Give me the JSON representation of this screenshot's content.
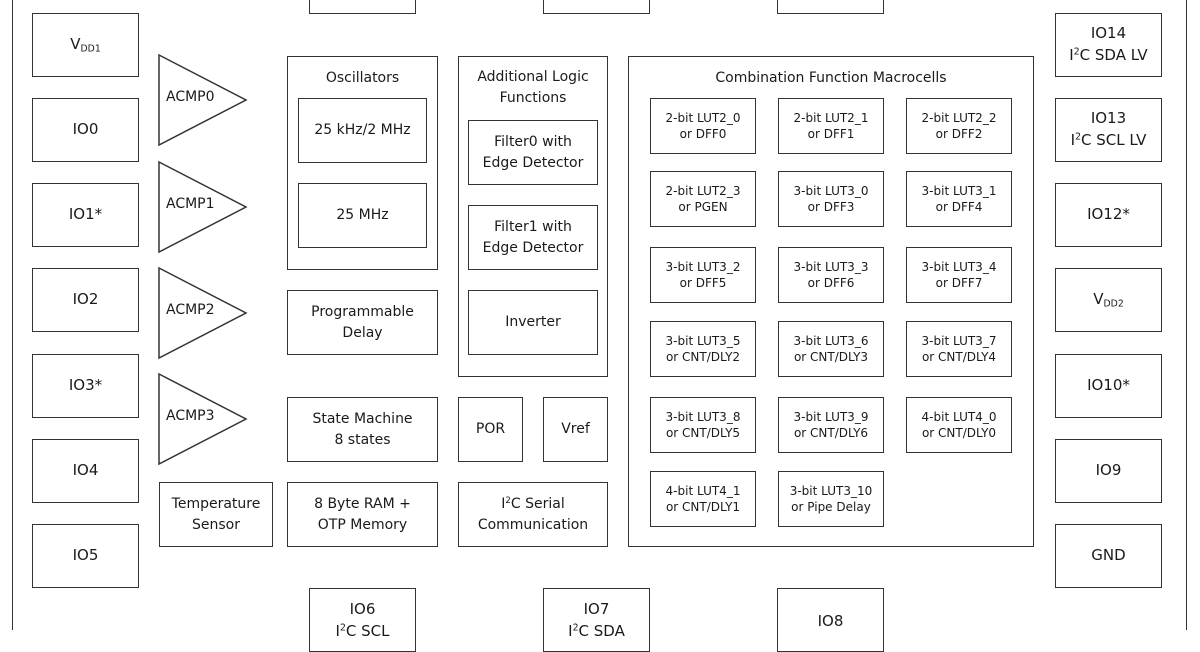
{
  "left_pins": [
    {
      "label": "V",
      "sub": "DD1"
    },
    {
      "label": "IO0"
    },
    {
      "label": "IO1*"
    },
    {
      "label": "IO2"
    },
    {
      "label": "IO3*"
    },
    {
      "label": "IO4"
    },
    {
      "label": "IO5"
    }
  ],
  "right_pins": [
    {
      "line1": "IO14",
      "line2_pre": "I",
      "line2_sup": "2",
      "line2_post": "C SDA LV"
    },
    {
      "line1": "IO13",
      "line2_pre": "I",
      "line2_sup": "2",
      "line2_post": "C SCL LV"
    },
    {
      "line1": "IO12*"
    },
    {
      "line1": "V",
      "sub": "DD2"
    },
    {
      "line1": "IO10*"
    },
    {
      "line1": "IO9"
    },
    {
      "line1": "GND"
    }
  ],
  "bottom_pins": [
    {
      "line1": "IO6",
      "line2_pre": "I",
      "line2_sup": "2",
      "line2_post": "C SCL"
    },
    {
      "line1": "IO7",
      "line2_pre": "I",
      "line2_sup": "2",
      "line2_post": "C SDA"
    },
    {
      "line1": "IO8"
    }
  ],
  "comparators": [
    "ACMP0",
    "ACMP1",
    "ACMP2",
    "ACMP3"
  ],
  "temperature_sensor": {
    "line1": "Temperature",
    "line2": "Sensor"
  },
  "oscillators": {
    "title": "Oscillators",
    "items": [
      "25 kHz/2 MHz",
      "25 MHz"
    ]
  },
  "programmable_delay": {
    "line1": "Programmable",
    "line2": "Delay"
  },
  "state_machine": {
    "line1": "State Machine",
    "line2": "8 states"
  },
  "memory": {
    "line1": "8 Byte RAM +",
    "line2": "OTP Memory"
  },
  "additional_logic": {
    "title_line1": "Additional Logic",
    "title_line2": "Functions",
    "items": [
      {
        "line1": "Filter0 with",
        "line2": "Edge Detector"
      },
      {
        "line1": "Filter1 with",
        "line2": "Edge Detector"
      },
      {
        "line1": "Inverter"
      }
    ]
  },
  "por": "POR",
  "vref": "Vref",
  "i2c_serial": {
    "line1_pre": "I",
    "line1_sup": "2",
    "line1_post": "C Serial",
    "line2": "Communication"
  },
  "macrocells": {
    "title": "Combination Function Macrocells",
    "cells": [
      {
        "line1": "2-bit LUT2_0",
        "line2": "or DFF0"
      },
      {
        "line1": "2-bit LUT2_1",
        "line2": "or DFF1"
      },
      {
        "line1": "2-bit LUT2_2",
        "line2": "or DFF2"
      },
      {
        "line1": "2-bit LUT2_3",
        "line2": "or PGEN"
      },
      {
        "line1": "3-bit LUT3_0",
        "line2": "or DFF3"
      },
      {
        "line1": "3-bit LUT3_1",
        "line2": "or DFF4"
      },
      {
        "line1": "3-bit LUT3_2",
        "line2": "or DFF5"
      },
      {
        "line1": "3-bit LUT3_3",
        "line2": "or DFF6"
      },
      {
        "line1": "3-bit LUT3_4",
        "line2": "or DFF7"
      },
      {
        "line1": "3-bit LUT3_5",
        "line2": "or CNT/DLY2"
      },
      {
        "line1": "3-bit LUT3_6",
        "line2": "or CNT/DLY3"
      },
      {
        "line1": "3-bit LUT3_7",
        "line2": "or CNT/DLY4"
      },
      {
        "line1": "3-bit LUT3_8",
        "line2": "or CNT/DLY5"
      },
      {
        "line1": "3-bit LUT3_9",
        "line2": "or CNT/DLY6"
      },
      {
        "line1": "4-bit LUT4_0",
        "line2": "or CNT/DLY0"
      },
      {
        "line1": "4-bit LUT4_1",
        "line2": "or CNT/DLY1"
      },
      {
        "line1": "3-bit LUT3_10",
        "line2": "or Pipe Delay"
      }
    ]
  }
}
